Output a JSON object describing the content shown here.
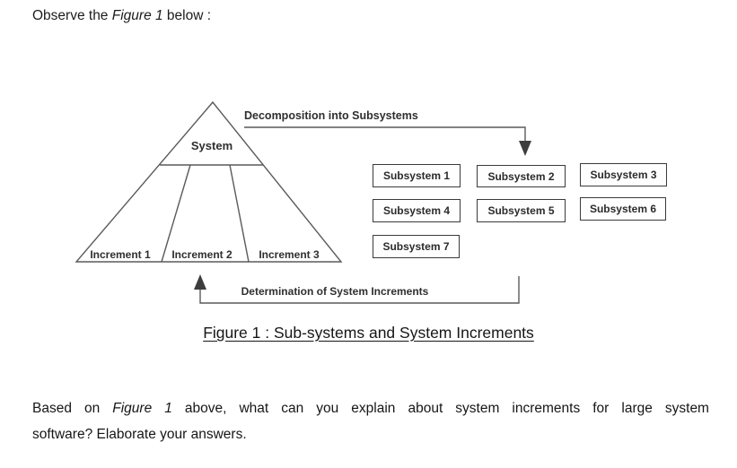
{
  "colors": {
    "page_background": "#ffffff",
    "document_ink": "#1c1c1c",
    "diagram_ink": "#2f2f2f",
    "diagram_line": "#5a5a5a"
  },
  "intro": {
    "prefix": "Observe the ",
    "figure_ref": "Figure 1",
    "suffix": " below :"
  },
  "figure": {
    "system_label": "System",
    "decomposition_label": "Decomposition into Subsystems",
    "determination_label": "Determination of System Increments",
    "increments": [
      "Increment 1",
      "Increment 2",
      "Increment 3"
    ],
    "subsystems": [
      "Subsystem 1",
      "Subsystem 2",
      "Subsystem 3",
      "Subsystem 4",
      "Subsystem 5",
      "Subsystem 6",
      "Subsystem 7"
    ],
    "caption": "Figure 1 : Sub-systems and System Increments"
  },
  "question": {
    "line1_prefix": "Based on ",
    "figure_ref": "Figure 1",
    "line1_suffix": " above, what can you explain about system increments for large system",
    "line2": "software? Elaborate your answers."
  }
}
